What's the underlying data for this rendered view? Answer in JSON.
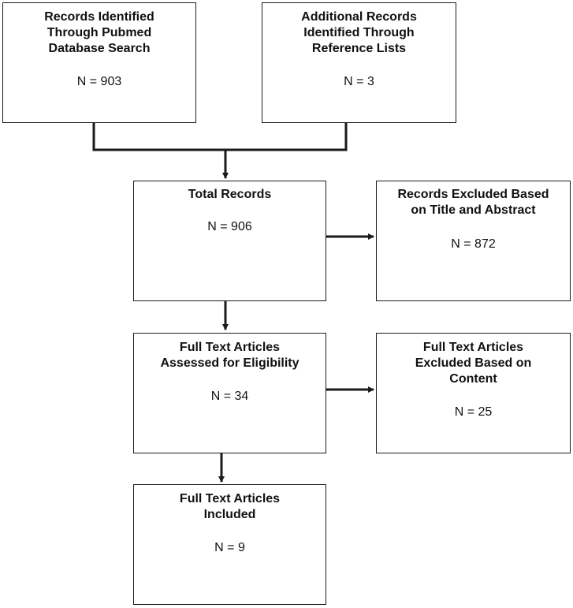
{
  "boxes": {
    "pubmed": {
      "title": "Records Identified\nThrough Pubmed\nDatabase Search",
      "count": "N = 903"
    },
    "additional": {
      "title": "Additional Records\nIdentified Through\nReference Lists",
      "count": "N = 3"
    },
    "total": {
      "title": "Total Records",
      "count": "N = 906"
    },
    "excluded_title": {
      "title": "Records Excluded Based\non Title and Abstract",
      "count": "N = 872"
    },
    "fulltext_assessed": {
      "title": "Full Text Articles\nAssessed for Eligibility",
      "count": "N = 34"
    },
    "fulltext_excluded": {
      "title": "Full Text Articles\nExcluded Based on\nContent",
      "count": "N = 25"
    },
    "included": {
      "title": "Full Text Articles\nIncluded",
      "count": "N = 9"
    }
  }
}
